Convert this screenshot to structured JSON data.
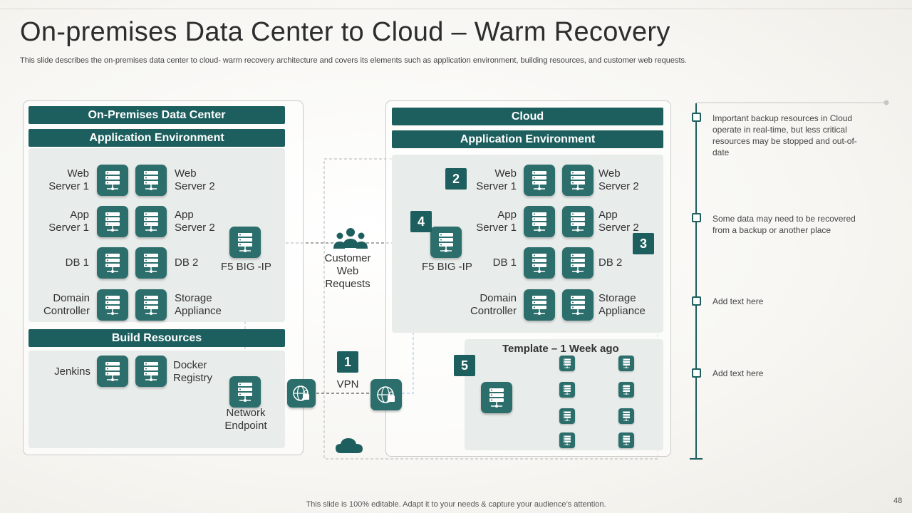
{
  "title": "On-premises Data Center to Cloud – Warm Recovery",
  "subtitle": "This slide describes the on-premises data center to cloud- warm recovery architecture and covers its elements such as application environment, building resources, and customer web requests.",
  "onprem": {
    "header": "On-Premises Data Center",
    "app_env": "Application Environment",
    "web1": "Web\nServer 1",
    "web2": "Web\nServer 2",
    "app1": "App\nServer 1",
    "app2": "App\nServer 2",
    "db1": "DB 1",
    "db2": "DB 2",
    "domain": "Domain\nController",
    "storage": "Storage\nAppliance",
    "f5": "F5 BIG -IP",
    "build": "Build Resources",
    "jenkins": "Jenkins",
    "docker": "Docker\nRegistry",
    "network": "Network\nEndpoint"
  },
  "center": {
    "customer": "Customer\nWeb\nRequests",
    "vpn": "VPN",
    "badge1": "1"
  },
  "cloud": {
    "header": "Cloud",
    "app_env": "Application Environment",
    "web1": "Web\nServer 1",
    "web2": "Web\nServer 2",
    "app1": "App\nServer 1",
    "app2": "App\nServer 2",
    "db1": "DB 1",
    "db2": "DB 2",
    "domain": "Domain\nController",
    "storage": "Storage\nAppliance",
    "f5": "F5 BIG -IP",
    "template": "Template – 1 Week ago",
    "badge2": "2",
    "badge3": "3",
    "badge4": "4",
    "badge5": "5"
  },
  "notes": [
    "Important  backup resources in Cloud operate in real-time,  but less critical resources may be stopped and out-of-date",
    "Some data may need to be recovered from a backup or another place",
    "Add text here",
    "Add text here"
  ],
  "footer": "This slide is 100% editable. Adapt it to your needs & capture your audience’s attention.",
  "page_number": "48",
  "colors": {
    "accent": "#1d5f5e",
    "server": "#2b6e6c",
    "orange_line": "#e0803a",
    "green_line": "#4caf50",
    "blue_line": "#4a8fd0"
  }
}
